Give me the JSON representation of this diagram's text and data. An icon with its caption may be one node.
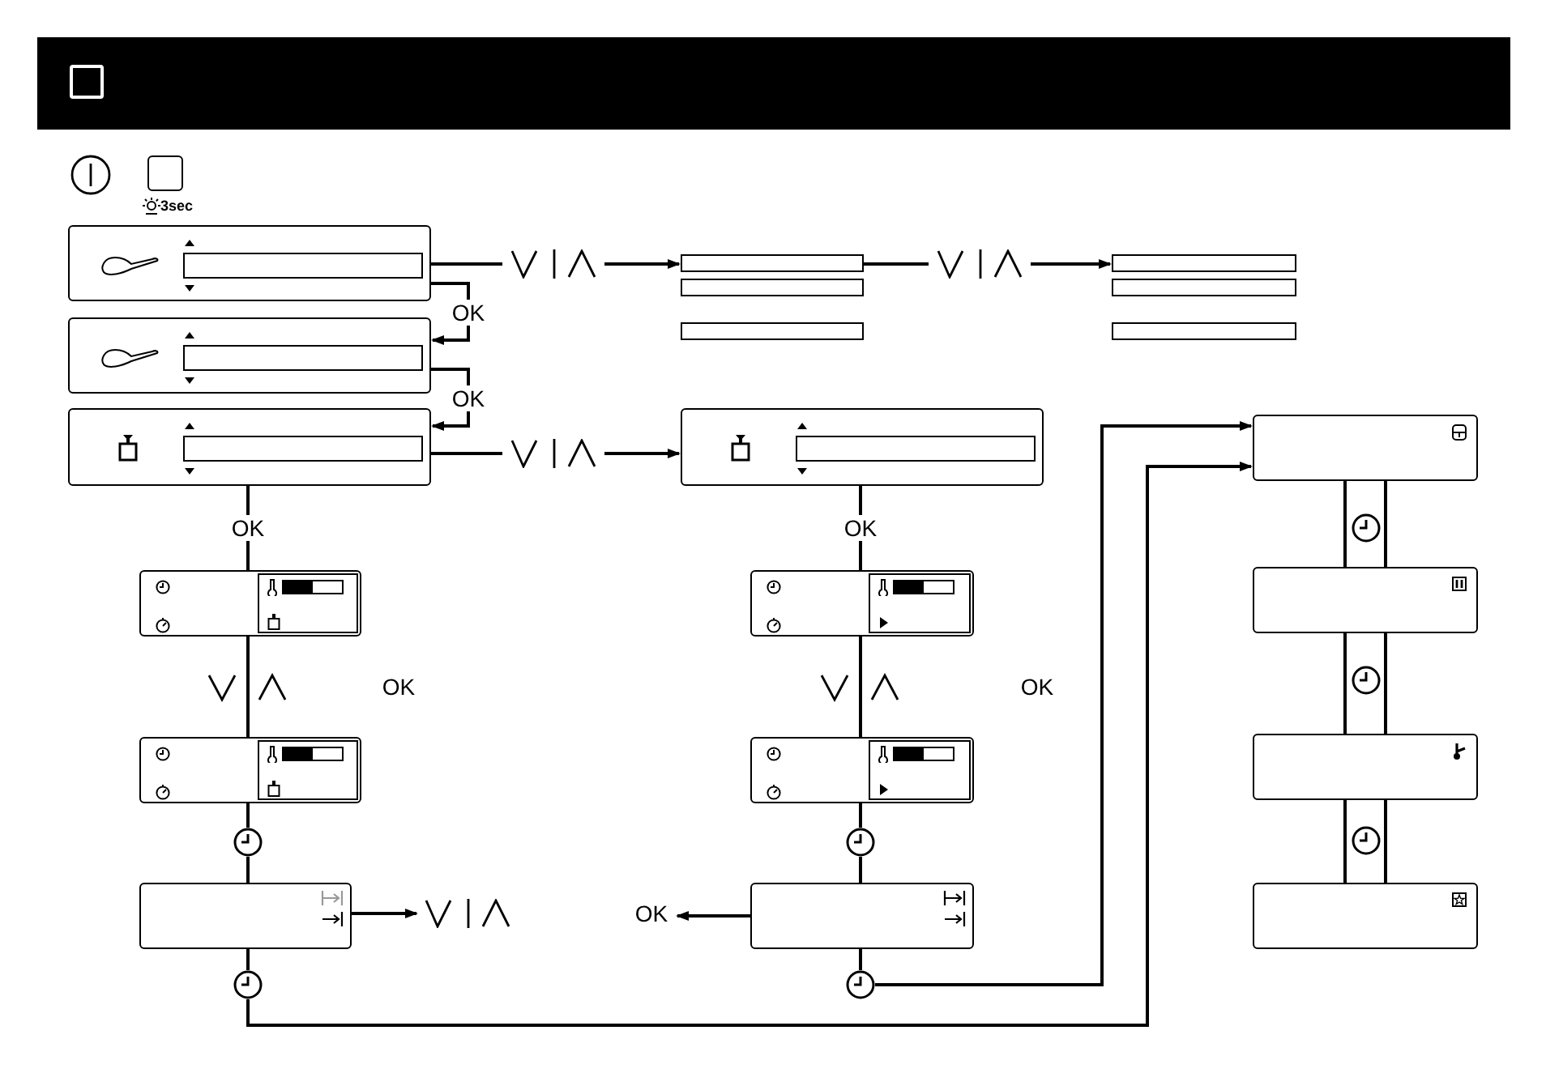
{
  "diagram": {
    "nodes": [
      {
        "text": [],
        "shape": "box"
      },
      {
        "text": [],
        "shape": "box"
      },
      {
        "text": [],
        "shape": "box"
      },
      {
        "text": [],
        "shape": "bar"
      },
      {
        "text": [],
        "shape": "bar"
      },
      {
        "text": [],
        "shape": "bar"
      },
      {
        "text": [],
        "shape": "bar"
      },
      {
        "text": [],
        "shape": "bar"
      },
      {
        "text": [],
        "shape": "bar"
      },
      {
        "text": [],
        "shape": "box"
      },
      {
        "text": [],
        "shape": "box"
      },
      {
        "text": [],
        "shape": "box"
      },
      {
        "text": [],
        "shape": "box"
      },
      {
        "text": [],
        "shape": "box"
      },
      {
        "text": [],
        "shape": "box"
      },
      {
        "text": [],
        "shape": "box"
      },
      {
        "text": [],
        "shape": "box"
      },
      {
        "text": [],
        "shape": "box"
      },
      {
        "text": [],
        "shape": "box"
      },
      {
        "text": [],
        "shape": "box"
      },
      {
        "text": [
          "OK"
        ]
      },
      {
        "text": [],
        "shape": "picture"
      },
      {
        "text": [],
        "shape": "picture"
      },
      {
        "text": [],
        "shape": "picture"
      },
      {
        "text": [],
        "shape": "picture"
      },
      {
        "text": [],
        "shape": "picture"
      },
      {
        "text": [],
        "shape": "picture"
      },
      {
        "text": [],
        "shape": "circle"
      },
      {
        "text": [],
        "shape": "circle"
      },
      {
        "text": [],
        "shape": "circle"
      },
      {
        "text": [],
        "shape": "circle"
      }
    ],
    "edges": [
      {
        "from": 0,
        "to": 21,
        "arrow": "none"
      },
      {
        "from": 21,
        "to": 3,
        "arrow": "to"
      },
      {
        "from": 3,
        "to": 22,
        "arrow": "none"
      },
      {
        "from": 22,
        "to": 6,
        "arrow": "to"
      },
      {
        "from": 0,
        "to": 1,
        "label": "OK",
        "arrow": "to"
      },
      {
        "from": 1,
        "to": 2,
        "label": "OK",
        "arrow": "to"
      },
      {
        "from": 2,
        "to": 23,
        "arrow": "none"
      },
      {
        "from": 23,
        "to": 9,
        "arrow": "to"
      },
      {
        "from": 2,
        "to": 10,
        "label": "OK",
        "arrow": "none"
      },
      {
        "from": 9,
        "to": 13,
        "label": "OK",
        "arrow": "none"
      },
      {
        "from": 10,
        "to": 24,
        "arrow": "none"
      },
      {
        "from": 24,
        "to": 11,
        "arrow": "none"
      },
      {
        "from": 13,
        "to": 25,
        "arrow": "none"
      },
      {
        "from": 25,
        "to": 14,
        "arrow": "none"
      },
      {
        "from": 11,
        "to": 27,
        "arrow": "none"
      },
      {
        "from": 27,
        "to": 12,
        "arrow": "none"
      },
      {
        "from": 14,
        "to": 29,
        "arrow": "none"
      },
      {
        "from": 29,
        "to": 15,
        "arrow": "none"
      },
      {
        "from": 12,
        "to": 26,
        "arrow": "to"
      },
      {
        "from": 15,
        "to": 20,
        "arrow": "to"
      },
      {
        "from": 12,
        "to": 28,
        "arrow": "none"
      },
      {
        "from": 28,
        "to": 16,
        "arrow": "to"
      },
      {
        "from": 15,
        "to": 30,
        "arrow": "none"
      },
      {
        "from": 30,
        "to": 16,
        "arrow": "to"
      },
      {
        "from": 16,
        "to": 17,
        "arrow": "none"
      },
      {
        "from": 16,
        "to": 17,
        "arrow": "none"
      },
      {
        "from": 17,
        "to": 18,
        "arrow": "none"
      },
      {
        "from": 17,
        "to": 18,
        "arrow": "none"
      },
      {
        "from": 18,
        "to": 19,
        "arrow": "none"
      },
      {
        "from": 18,
        "to": 19,
        "arrow": "none"
      }
    ],
    "labels": [
      "3sec",
      "OK",
      "OK"
    ]
  }
}
